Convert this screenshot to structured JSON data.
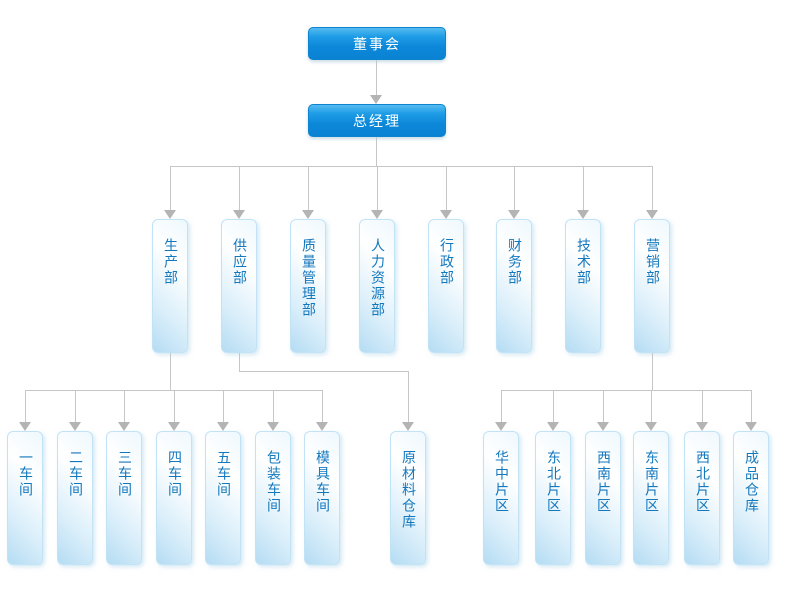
{
  "colors": {
    "executive_node": "#0d88d9",
    "department_node_fill": "#cde9f8",
    "node_text_blue": "#1478bd",
    "executive_text": "#ffffff",
    "connector": "#c6c6c6",
    "arrowhead": "#b4b4b4"
  },
  "root": {
    "label": "董事会"
  },
  "executive": {
    "label": "总经理"
  },
  "departments": [
    {
      "label": "生产部"
    },
    {
      "label": "供应部"
    },
    {
      "label": "质量管理部"
    },
    {
      "label": "人力资源部"
    },
    {
      "label": "行政部"
    },
    {
      "label": "财务部"
    },
    {
      "label": "技术部"
    },
    {
      "label": "营销部"
    }
  ],
  "production_units": [
    {
      "label": "一车间"
    },
    {
      "label": "二车间"
    },
    {
      "label": "三车间"
    },
    {
      "label": "四车间"
    },
    {
      "label": "五车间"
    },
    {
      "label": "包装车间"
    },
    {
      "label": "模具车间"
    }
  ],
  "supply_units": [
    {
      "label": "原材料仓库"
    }
  ],
  "marketing_units": [
    {
      "label": "华中片区"
    },
    {
      "label": "东北片区"
    },
    {
      "label": "西南片区"
    },
    {
      "label": "东南片区"
    },
    {
      "label": "西北片区"
    },
    {
      "label": "成品仓库"
    }
  ],
  "hierarchy": {
    "董事会": [
      "总经理"
    ],
    "总经理": [
      "生产部",
      "供应部",
      "质量管理部",
      "人力资源部",
      "行政部",
      "财务部",
      "技术部",
      "营销部"
    ],
    "生产部": [
      "一车间",
      "二车间",
      "三车间",
      "四车间",
      "五车间",
      "包装车间",
      "模具车间"
    ],
    "供应部": [
      "原材料仓库"
    ],
    "营销部": [
      "华中片区",
      "东北片区",
      "西南片区",
      "东南片区",
      "西北片区",
      "成品仓库"
    ]
  }
}
